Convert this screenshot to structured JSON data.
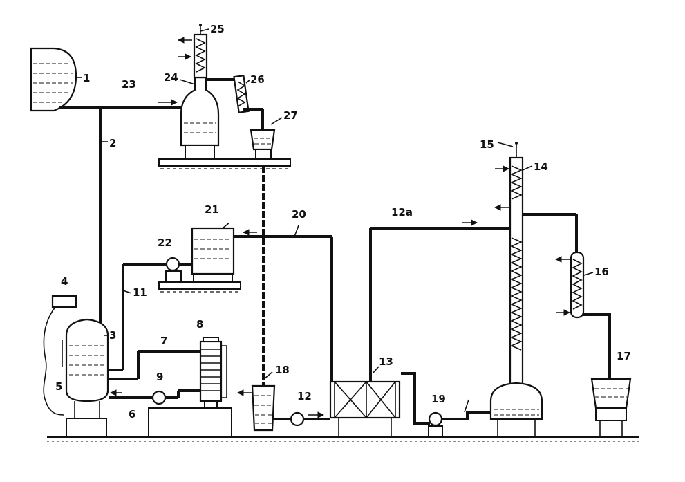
{
  "labels": {
    "l1": "1",
    "l2": "2",
    "l3": "3",
    "l4": "4",
    "l5": "5",
    "l6": "6",
    "l7": "7",
    "l8": "8",
    "l9": "9",
    "l11": "11",
    "l12": "12",
    "l12a": "12a",
    "l13": "13",
    "l14": "14",
    "l15": "15",
    "l16": "16",
    "l17": "17",
    "l18": "18",
    "l19": "19",
    "l20": "20",
    "l21": "21",
    "l22": "22",
    "l23": "23",
    "l24": "24",
    "l25": "25",
    "l26": "26",
    "l27": "27"
  }
}
